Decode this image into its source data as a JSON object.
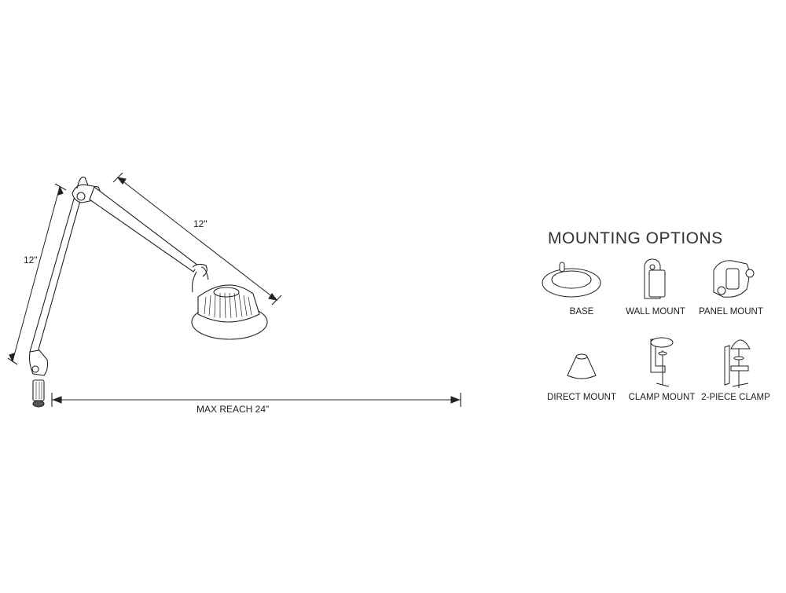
{
  "diagram": {
    "subject": "articulating task lamp",
    "dimensions": {
      "lower_arm": "12\"",
      "upper_arm": "12\"",
      "max_reach": "MAX REACH 24\""
    }
  },
  "mounting": {
    "title": "MOUNTING OPTIONS",
    "options": [
      {
        "label": "BASE",
        "icon": "base-icon"
      },
      {
        "label": "WALL MOUNT",
        "icon": "wall-mount-icon"
      },
      {
        "label": "PANEL MOUNT",
        "icon": "panel-mount-icon"
      },
      {
        "label": "DIRECT MOUNT",
        "icon": "direct-mount-icon"
      },
      {
        "label": "CLAMP MOUNT",
        "icon": "clamp-mount-icon"
      },
      {
        "label": "2-PIECE CLAMP",
        "icon": "two-piece-clamp-icon"
      }
    ]
  }
}
